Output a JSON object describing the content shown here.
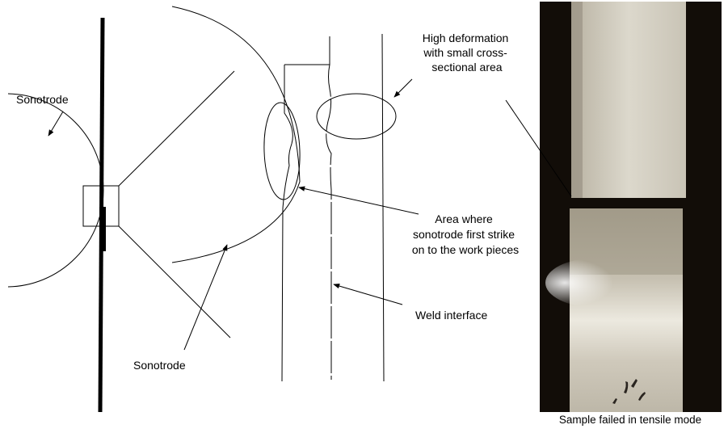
{
  "labels": {
    "sonotrode_left": "Sonotrode",
    "sonotrode_bottom": "Sonotrode",
    "high_deformation": [
      "High deformation",
      "with small cross-",
      "sectional area"
    ],
    "area_first_strike": [
      "Area where",
      "sonotrode first strike",
      "on to the work pieces"
    ],
    "weld_interface": "Weld interface",
    "photo_caption": "Sample failed in tensile mode"
  },
  "colors": {
    "line": "#000000",
    "photo_background": "#120d08",
    "specimen_light": "#d6d2c5",
    "specimen_mid": "#c4bfb1"
  }
}
